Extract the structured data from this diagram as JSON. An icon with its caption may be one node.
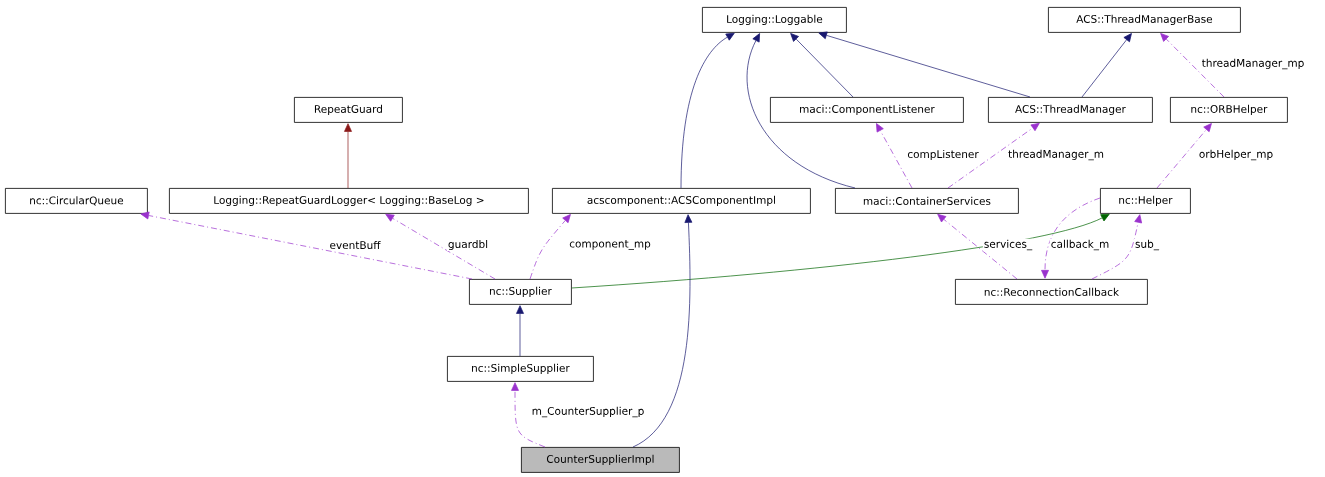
{
  "diagram": {
    "nodes": [
      {
        "text": [
          "Logging::Loggable"
        ]
      },
      {
        "text": [
          "ACS::ThreadManagerBase"
        ]
      },
      {
        "text": [
          "RepeatGuard"
        ]
      },
      {
        "text": [
          "maci::ComponentListener"
        ]
      },
      {
        "text": [
          "ACS::ThreadManager"
        ]
      },
      {
        "text": [
          "nc::ORBHelper"
        ]
      },
      {
        "text": [
          "nc::CircularQueue"
        ]
      },
      {
        "text": [
          "Logging::RepeatGuardLogger< Logging::BaseLog >"
        ]
      },
      {
        "text": [
          "acscomponent::ACSComponentImpl"
        ]
      },
      {
        "text": [
          "maci::ContainerServices"
        ]
      },
      {
        "text": [
          "nc::Helper"
        ]
      },
      {
        "text": [
          "nc::Supplier"
        ]
      },
      {
        "text": [
          "nc::ReconnectionCallback"
        ]
      },
      {
        "text": [
          "nc::SimpleSupplier"
        ]
      },
      {
        "text": [
          "CounterSupplierImpl"
        ]
      }
    ],
    "edges": [
      {
        "from": 8,
        "to": 0,
        "arrow": "to",
        "color": "#191970"
      },
      {
        "from": 9,
        "to": 0,
        "arrow": "to",
        "color": "#191970"
      },
      {
        "from": 3,
        "to": 0,
        "arrow": "to",
        "color": "#191970"
      },
      {
        "from": 4,
        "to": 0,
        "arrow": "to",
        "color": "#191970"
      },
      {
        "from": 4,
        "to": 1,
        "arrow": "to",
        "color": "#191970"
      },
      {
        "from": 5,
        "to": 1,
        "arrow": "to",
        "style": "dashed",
        "label": "threadManager_mp"
      },
      {
        "from": 7,
        "to": 2,
        "arrow": "to",
        "color": "#8b1a1a"
      },
      {
        "from": 9,
        "to": 3,
        "arrow": "to",
        "style": "dashed",
        "label": "compListener"
      },
      {
        "from": 9,
        "to": 4,
        "arrow": "to",
        "style": "dashed",
        "label": "threadManager_m"
      },
      {
        "from": 10,
        "to": 5,
        "arrow": "to",
        "style": "dashed",
        "label": "orbHelper_mp"
      },
      {
        "from": 11,
        "to": 6,
        "arrow": "to",
        "style": "dashed",
        "label": "eventBuff"
      },
      {
        "from": 11,
        "to": 7,
        "arrow": "to",
        "style": "dashed",
        "label": "guardbl"
      },
      {
        "from": 11,
        "to": 8,
        "arrow": "to",
        "style": "dashed",
        "label": "component_mp"
      },
      {
        "from": 11,
        "to": 10,
        "arrow": "to",
        "color": "#006400"
      },
      {
        "from": 12,
        "to": 9,
        "arrow": "to",
        "style": "dashed",
        "label": "services_"
      },
      {
        "from": 10,
        "to": 12,
        "arrow": "to",
        "style": "dashed",
        "label": "callback_m"
      },
      {
        "from": 12,
        "to": 10,
        "arrow": "to",
        "style": "dashed",
        "label": "sub_"
      },
      {
        "from": 13,
        "to": 11,
        "arrow": "to",
        "color": "#191970"
      },
      {
        "from": 14,
        "to": 13,
        "arrow": "to",
        "style": "dashed",
        "label": "m_CounterSupplier_p"
      },
      {
        "from": 14,
        "to": 8,
        "arrow": "to",
        "color": "#191970"
      }
    ]
  }
}
